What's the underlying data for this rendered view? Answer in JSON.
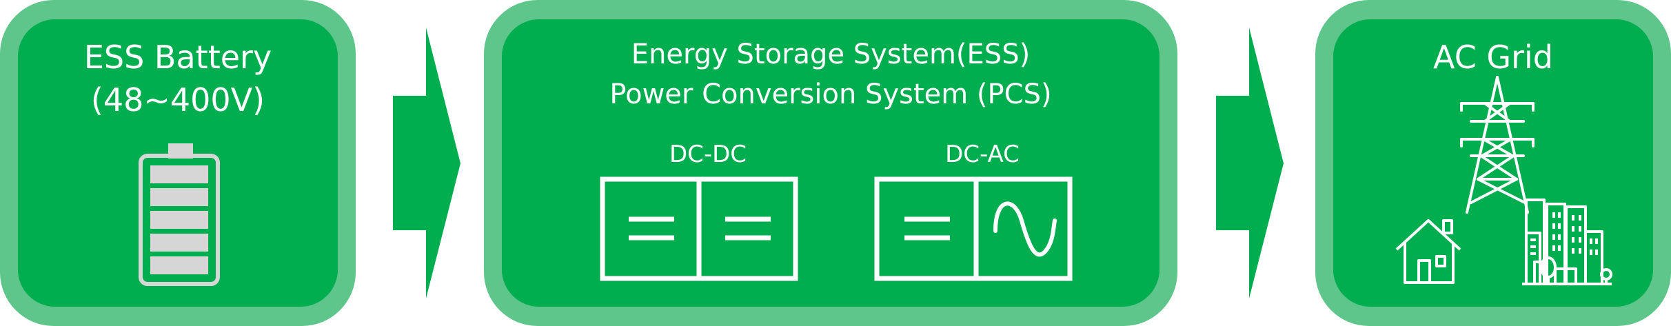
{
  "panels": [
    {
      "title_line1": "ESS Battery",
      "title_line2": "(48~400V)"
    },
    {
      "title_line1": "Energy Storage System(ESS)",
      "title_line2": "Power Conversion System (PCS)",
      "blocks": [
        {
          "label": "DC-DC"
        },
        {
          "label": "DC-AC"
        }
      ]
    },
    {
      "title_line1": "AC Grid"
    }
  ],
  "colors": {
    "panel_outer": "#5ec58b",
    "panel_inner": "#00ad4f",
    "foreground": "#ffffff",
    "battery_cell": "#d6d6d6",
    "arrow": "#00ad4f"
  },
  "icons": {
    "battery": "battery-icon",
    "dc_symbol": "dc-equals-icon",
    "ac_symbol": "sine-wave-icon",
    "tower": "transmission-tower-icon",
    "house": "house-icon",
    "city": "city-buildings-icon"
  }
}
